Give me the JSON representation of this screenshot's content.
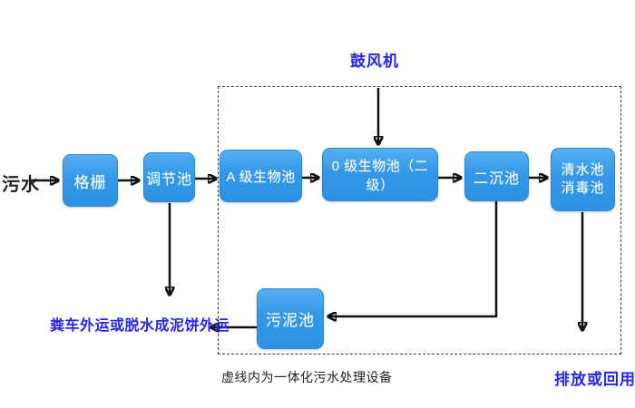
{
  "diagram": {
    "type": "flowchart",
    "subject": "integrated wastewater treatment process",
    "influent_label": "污水",
    "blower_label": "鼓风机",
    "nodes": {
      "grid": {
        "label": "格栅"
      },
      "regulating": {
        "label": "调节池"
      },
      "a_bio": {
        "label": "A 级生物池"
      },
      "o_bio": {
        "label": "0 级生物池（二级）"
      },
      "secondary_sed": {
        "label": "二沉池"
      },
      "clear_water": {
        "line1": "清水池",
        "line2": "消毒池"
      },
      "sludge": {
        "label": "污泥池"
      }
    },
    "outputs": {
      "sludge_disposal": "粪车外运或脱水成泥饼外运",
      "discharge": "排放或回用"
    },
    "caption": "虚线内为一体化污水处理设备",
    "flow": [
      {
        "from": "污水",
        "to": "格栅"
      },
      {
        "from": "格栅",
        "to": "调节池"
      },
      {
        "from": "调节池",
        "to": "A 级生物池"
      },
      {
        "from": "A 级生物池",
        "to": "0 级生物池（二级）"
      },
      {
        "from": "0 级生物池（二级）",
        "to": "二沉池"
      },
      {
        "from": "二沉池",
        "to": "清水池消毒池"
      },
      {
        "from": "鼓风机",
        "to": "0 级生物池（二级）"
      },
      {
        "from": "调节池",
        "to": "粪车外运或脱水成泥饼外运"
      },
      {
        "from": "二沉池",
        "to": "污泥池"
      },
      {
        "from": "污泥池",
        "to": "粪车外运或脱水成泥饼外运"
      },
      {
        "from": "清水池消毒池",
        "to": "排放或回用"
      }
    ],
    "colors": {
      "node_fill": "#3398E8",
      "node_border": "#2F87D2",
      "node_text": "#FFFFFF",
      "highlight_text": "#2626EE",
      "plain_text": "#1F1F1F",
      "arrow": "#111111",
      "boundary_dash": "#3A3A3A"
    }
  }
}
